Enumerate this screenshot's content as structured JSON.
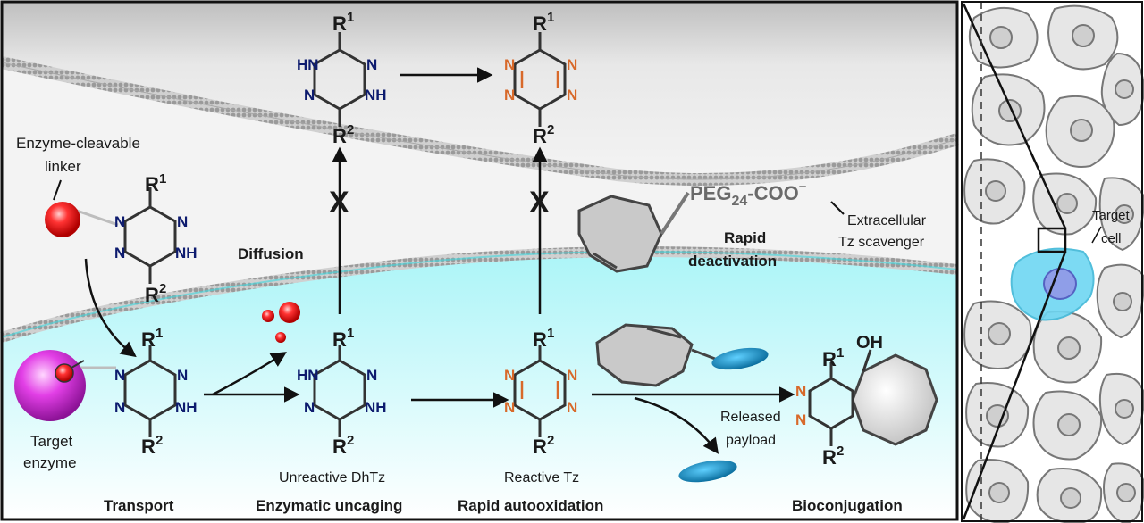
{
  "labels": {
    "enzyme_cleavable_line1": "Enzyme-cleavable",
    "enzyme_cleavable_line2": "linker",
    "target_enzyme_line1": "Target",
    "target_enzyme_line2": "enzyme",
    "diffusion": "Diffusion",
    "transport": "Transport",
    "enzymatic_uncaging": "Enzymatic uncaging",
    "rapid_autooxidation": "Rapid autooxidation",
    "bioconjugation": "Bioconjugation",
    "unreactive_dhtz": "Unreactive DhTz",
    "reactive_tz": "Reactive Tz",
    "rapid_deactivation_line1": "Rapid",
    "rapid_deactivation_line2": "deactivation",
    "peg_main": "PEG",
    "peg_sub": "24",
    "peg_tail": "-COO",
    "peg_sup": "−",
    "scavenger_line1": "Extracellular",
    "scavenger_line2": "Tz scavenger",
    "released_line1": "Released",
    "released_line2": "payload",
    "target_cell_line1": "Target",
    "target_cell_line2": "cell",
    "blocked_mark": "X",
    "r": "R",
    "sup1": "1",
    "sup2": "2",
    "atom_n": "N",
    "atom_hn": "HN",
    "atom_nh": "NH",
    "atom_oh": "OH"
  },
  "colors": {
    "dark_blue_atoms": "#0d1b6e",
    "orange_atoms": "#d8692a",
    "membrane_cyan": "#2fe4ee",
    "enzyme_magenta": "#e23fe6",
    "payload_blue": "#1690c4",
    "target_cell_cyan": "#6ed6f2"
  }
}
